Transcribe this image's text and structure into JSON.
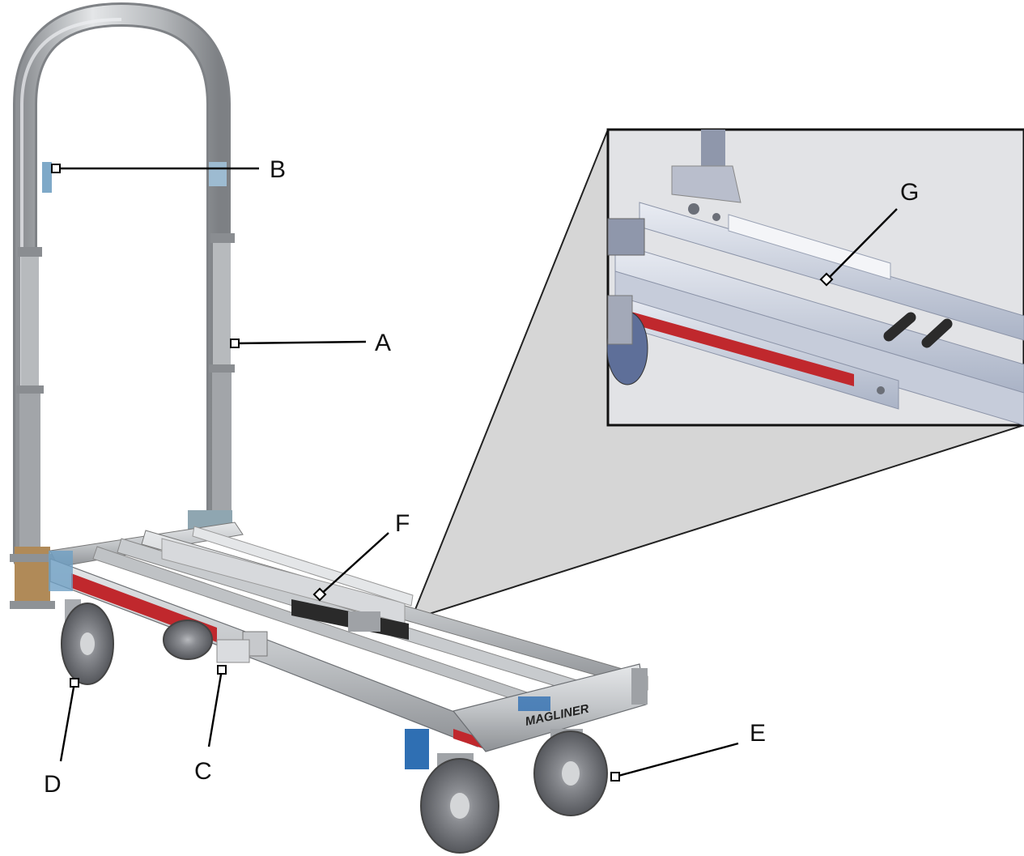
{
  "callouts": [
    {
      "id": "A",
      "label": "A"
    },
    {
      "id": "B",
      "label": "B"
    },
    {
      "id": "C",
      "label": "C"
    },
    {
      "id": "D",
      "label": "D"
    },
    {
      "id": "E",
      "label": "E"
    },
    {
      "id": "F",
      "label": "F"
    },
    {
      "id": "G",
      "label": "G"
    }
  ],
  "brand_logo": "MAGLINER",
  "colors": {
    "aluminum": "#c4c6c9",
    "aluminum_dark": "#8d9095",
    "red_stripe": "#c0282d",
    "wheel": "#6e7076",
    "inset_background": "#dcdde0",
    "inset_frame": "#a9b3c7",
    "zoom_cone": "#d5d5d5",
    "brake_pedal": "#2f6fb3"
  }
}
